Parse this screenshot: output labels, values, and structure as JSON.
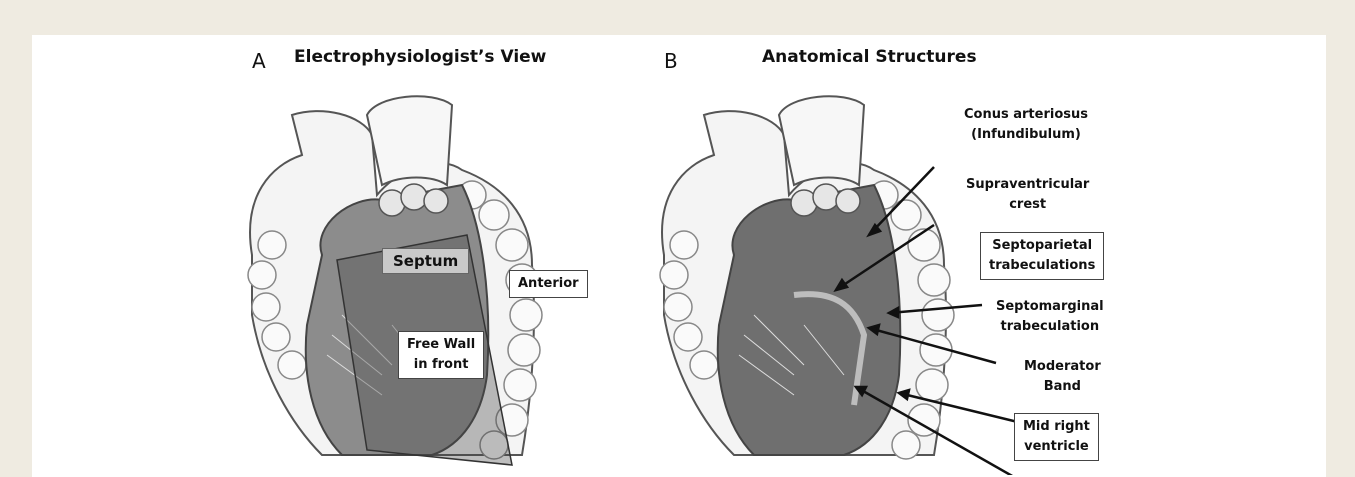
{
  "panel_a": {
    "letter": "A",
    "title": "Electrophysiologist’s View",
    "labels": {
      "septum": "Septum",
      "anterior": "Anterior",
      "free_wall_line1": "Free Wall",
      "free_wall_line2": "in front"
    }
  },
  "panel_b": {
    "letter": "B",
    "title": "Anatomical Structures",
    "labels": {
      "conus_line1": "Conus arteriosus",
      "conus_line2": "(Infundibulum)",
      "supra_line1": "Supraventricular",
      "supra_line2": "crest",
      "septoparietal_line1": "Septoparietal",
      "septoparietal_line2": "trabeculations",
      "septomarginal_line1": "Septomarginal",
      "septomarginal_line2": "trabeculation",
      "moderator_line1": "Moderator",
      "moderator_line2": "Band",
      "midright_line1": "Mid right",
      "midright_line2": "ventricle"
    }
  }
}
